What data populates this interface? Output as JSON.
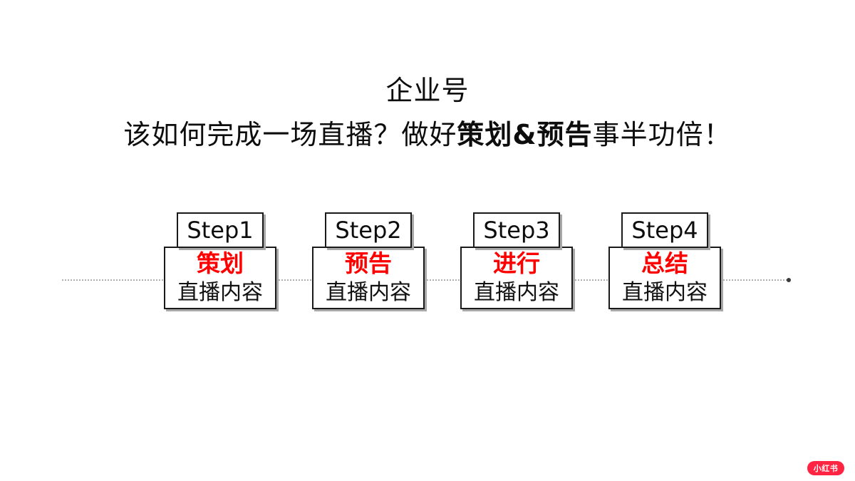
{
  "heading": {
    "title": "企业号",
    "subtitle_pre": "该如何完成一场直播？做好",
    "subtitle_bold": "策划&预告",
    "subtitle_post": "事半功倍！"
  },
  "steps": [
    {
      "label": "Step1",
      "highlight": "策划",
      "text": "直播内容"
    },
    {
      "label": "Step2",
      "highlight": "预告",
      "text": "直播内容"
    },
    {
      "label": "Step3",
      "highlight": "进行",
      "text": "直播内容"
    },
    {
      "label": "Step4",
      "highlight": "总结",
      "text": "直播内容"
    }
  ],
  "logo": {
    "text": "小红书"
  },
  "colors": {
    "highlight_red": "#ff0000",
    "logo_red": "#ff2442",
    "dotted_line": "#b0b0b0",
    "box_border": "#1a1a1a"
  }
}
